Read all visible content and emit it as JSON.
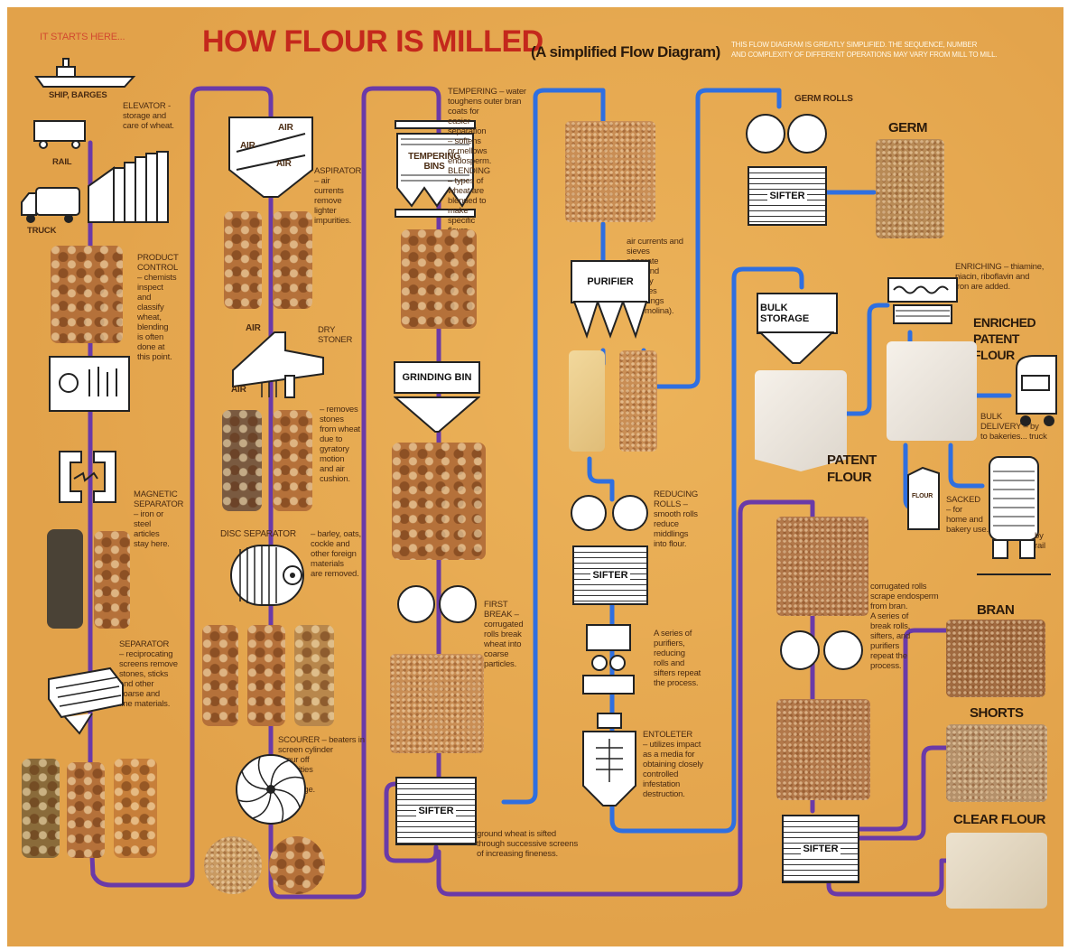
{
  "header": {
    "starts_here": "IT STARTS HERE...",
    "title": "HOW FLOUR IS MILLED",
    "subtitle": "(A simplified Flow Diagram)",
    "disclaimer": "THIS FLOW DIAGRAM IS GREATLY SIMPLIFIED. THE SEQUENCE, NUMBER\nAND COMPLEXITY OF DIFFERENT OPERATIONS MAY VARY FROM MILL TO MILL."
  },
  "column1": {
    "ship_barges": "SHIP, BARGES",
    "elevator": "ELEVATOR -\nstorage and\ncare of wheat.",
    "rail": "RAIL",
    "truck": "TRUCK",
    "product_control": "PRODUCT\nCONTROL\n– chemists\ninspect\nand\nclassify\nwheat,\nblending\nis often\ndone at\nthis point.",
    "magnetic_separator": "MAGNETIC\nSEPARATOR\n– iron or\nsteel\narticles\nstay here.",
    "separator": "SEPARATOR\n– reciprocating\nscreens remove\nstones, sticks\nand other\ncoarse and\nfine materials."
  },
  "column2": {
    "air_labels": [
      "AIR",
      "AIR",
      "AIR"
    ],
    "aspirator": "ASPIRATOR\n– air\ncurrents\nremove\nlighter\nimpurities.",
    "air_top": "AIR",
    "air_side": "AIR",
    "dry_stoner": "DRY\nSTONER",
    "stoner_desc": "– removes\nstones\nfrom wheat\ndue to\ngyratory\nmotion\nand air\ncushion.",
    "disc_separator": "DISC SEPARATOR",
    "disc_desc": "– barley, oats,\ncockle and\nother foreign\nmaterials\nare removed.",
    "scourer": "SCOURER – beaters in\nscreen cylinder\nscour off\nimpurities\nand\nroughage."
  },
  "column3": {
    "tempering": "TEMPERING – water\ntoughens outer bran\ncoats for\neasier\nseparation\n– softens\nor mellows\nendosperm.\nBLENDING\n– types of\nwheat are\nblended to\nmake\nspecific\nflours.",
    "tempering_bins": "TEMPERING\nBINS",
    "grinding_bin": "GRINDING BIN",
    "first_break": "FIRST\nBREAK –\ncorrugated\nrolls break\nwheat into\ncoarse\nparticles.",
    "sifter": "SIFTER",
    "sifter_desc": "ground wheat is sifted\nthrough successive screens\nof increasing fineness."
  },
  "column4": {
    "purifier": "PURIFIER",
    "purifier_desc": "air currents and\nsieves\nseparate\nbran and\nclassify\nparticles\n(middlings\nor semolina).",
    "reducing_rolls": "REDUCING\nROLLS –\nsmooth rolls\nreduce\nmiddlings\ninto flour.",
    "sifter": "SIFTER",
    "series_desc": "A series of\npurifiers,\nreducing\nrolls and\nsifters repeat\nthe process.",
    "entoleter": "ENTOLETER\n– utilizes impact\nas a media for\nobtaining closely\ncontrolled\ninfestation\ndestruction."
  },
  "column5": {
    "germ_rolls": "GERM ROLLS",
    "sifter": "SIFTER",
    "germ": "GERM",
    "bulk_storage": "BULK STORAGE",
    "patent_flour": "PATENT\nFLOUR",
    "enriching": "ENRICHING – thiamine,\nniacin, riboflavin and\niron are added.",
    "enriched": "ENRICHED\nPATENT\nFLOUR",
    "bulk_delivery": "BULK\nDELIVERY –     by\nto bakeries...   truck",
    "sacked": "SACKED\n– for\nhome and\nbakery use.",
    "flour_bag": "FLOUR",
    "by_rail": "by\nrail",
    "corrugated_desc": "corrugated rolls\nscrape endosperm\nfrom bran.\nA series of\nbreak rolls,\nsifters, and\npurifiers\nrepeat the\nprocess.",
    "bran": "BRAN",
    "shorts": "SHORTS",
    "clear_flour": "CLEAR FLOUR",
    "sifter2": "SIFTER"
  },
  "colors": {
    "background": "#e2a24a",
    "title": "#c4281c",
    "purple_line": "#6a3aa8",
    "blue_line": "#2f6fe0",
    "text": "#4a2b12"
  }
}
